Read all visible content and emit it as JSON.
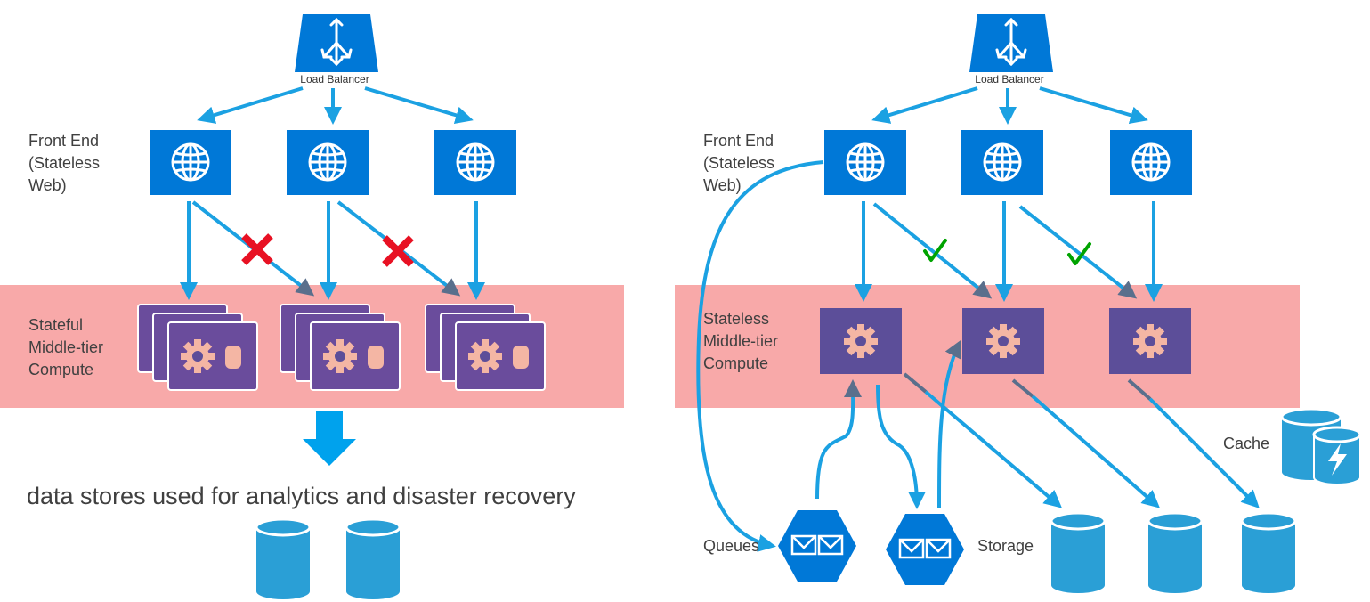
{
  "left": {
    "load_balancer_label": "Load Balancer",
    "front_end_label": [
      "Front End",
      "(Stateless",
      "Web)"
    ],
    "middle_tier_label": [
      "Stateful",
      "Middle-tier",
      "Compute"
    ],
    "data_stores_caption": "data stores used for analytics and disaster recovery"
  },
  "right": {
    "load_balancer_label": "Load Balancer",
    "front_end_label": [
      "Front End",
      "(Stateless",
      "Web)"
    ],
    "middle_tier_label": [
      "Stateless",
      "Middle-tier",
      "Compute"
    ],
    "queues_label": "Queues",
    "storage_label": "Storage",
    "cache_label": "Cache"
  },
  "colors": {
    "azure_blue": "#0078d7",
    "arrow_blue": "#1ba1e2",
    "arrow_gray": "#5a6f8c",
    "compute_purple": "#5c4e99",
    "stateful_purple": "#6a4c9c",
    "band_pink": "#f8a9a9",
    "storage_blue": "#2a9fd6",
    "cross_red": "#e81123",
    "check_green": "#00a300"
  }
}
